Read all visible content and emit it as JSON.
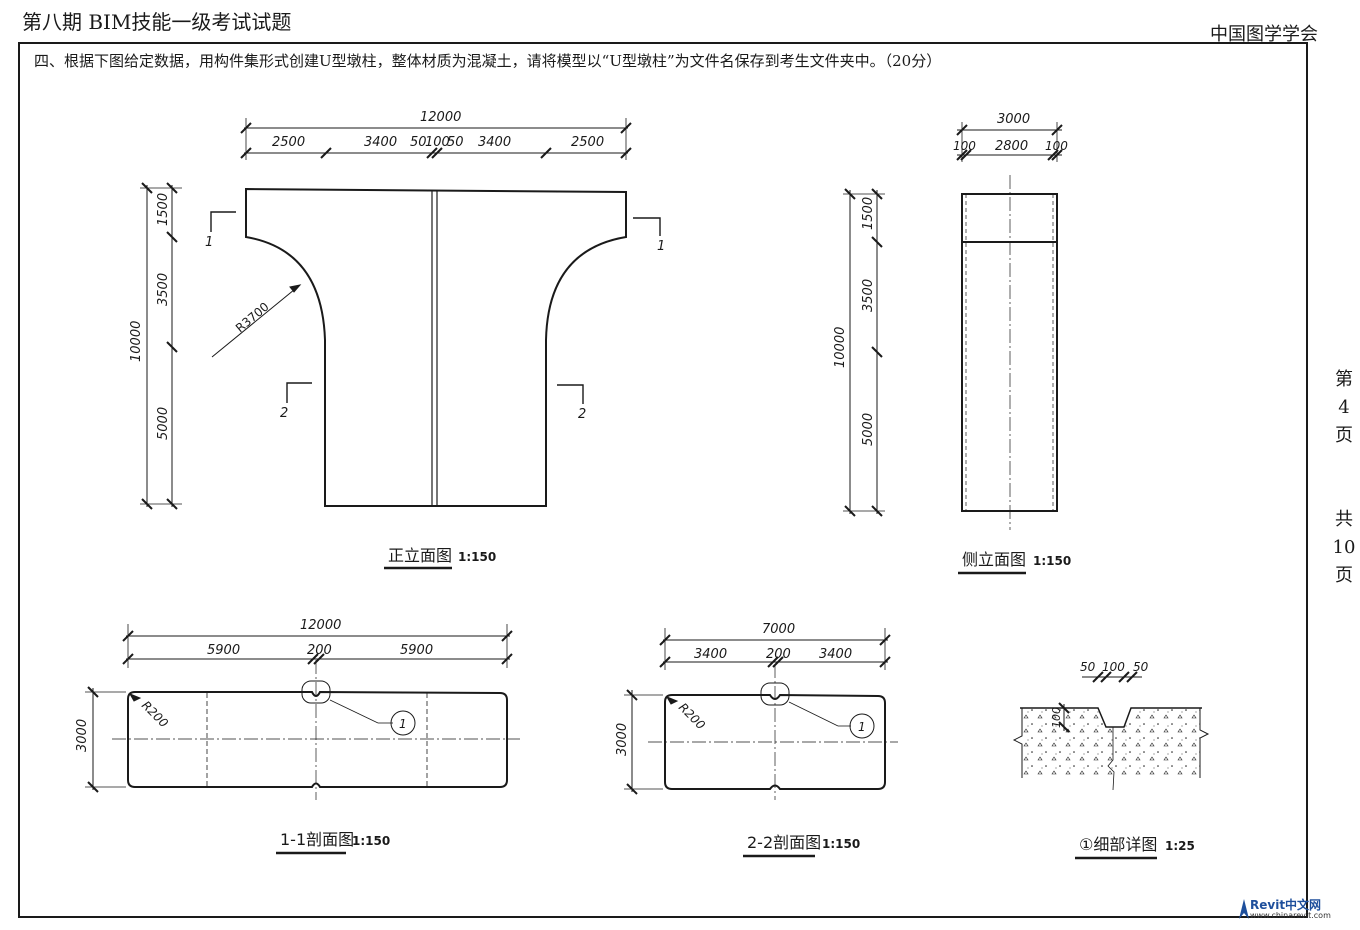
{
  "header": {
    "title": "第八期 BIM技能一级考试试题",
    "organization": "中国图学学会",
    "question": "四、根据下图给定数据，用构件集形式创建U型墩柱，整体材质为混凝土，请将模型以“U型墩柱”为文件名保存到考生文件夹中。（20分）"
  },
  "page_info": [
    "第",
    "4",
    "页",
    "",
    "共",
    "10",
    "页"
  ],
  "views": {
    "front": {
      "title": "正立面图",
      "scale": "1:150",
      "dims_top_total": "12000",
      "dims_top": [
        "2500",
        "3400",
        "50",
        "100",
        "50",
        "3400",
        "2500"
      ],
      "dims_left_total": "10000",
      "dims_left": [
        "1500",
        "3500",
        "5000"
      ],
      "radius": "R3700",
      "cut_marks": [
        "1",
        "1",
        "2",
        "2"
      ]
    },
    "side": {
      "title": "侧立面图",
      "scale": "1:150",
      "dims_top_total": "3000",
      "dims_top": [
        "100",
        "2800",
        "100"
      ],
      "dims_left_total": "10000",
      "dims_left": [
        "1500",
        "3500",
        "5000"
      ]
    },
    "section11": {
      "title": "1-1剖面图",
      "scale": "1:150",
      "dims_top_total": "12000",
      "dims_top": [
        "5900",
        "200",
        "5900"
      ],
      "dim_left": "3000",
      "radius": "R200",
      "detail_ref": "1"
    },
    "section22": {
      "title": "2-2剖面图",
      "scale": "1:150",
      "dims_top_total": "7000",
      "dims_top": [
        "3400",
        "200",
        "3400"
      ],
      "dim_left": "3000",
      "radius": "R200",
      "detail_ref": "1"
    },
    "detail": {
      "title": "①细部详图",
      "scale": "1:25",
      "dims_top": [
        "50",
        "100",
        "50"
      ],
      "dim_left": "100"
    }
  },
  "watermark": {
    "brand": "Revit中文网",
    "site": "www.chinarevit.com"
  },
  "colors": {
    "ink": "#1a1a1a",
    "watermark": "#1e4f9c"
  }
}
